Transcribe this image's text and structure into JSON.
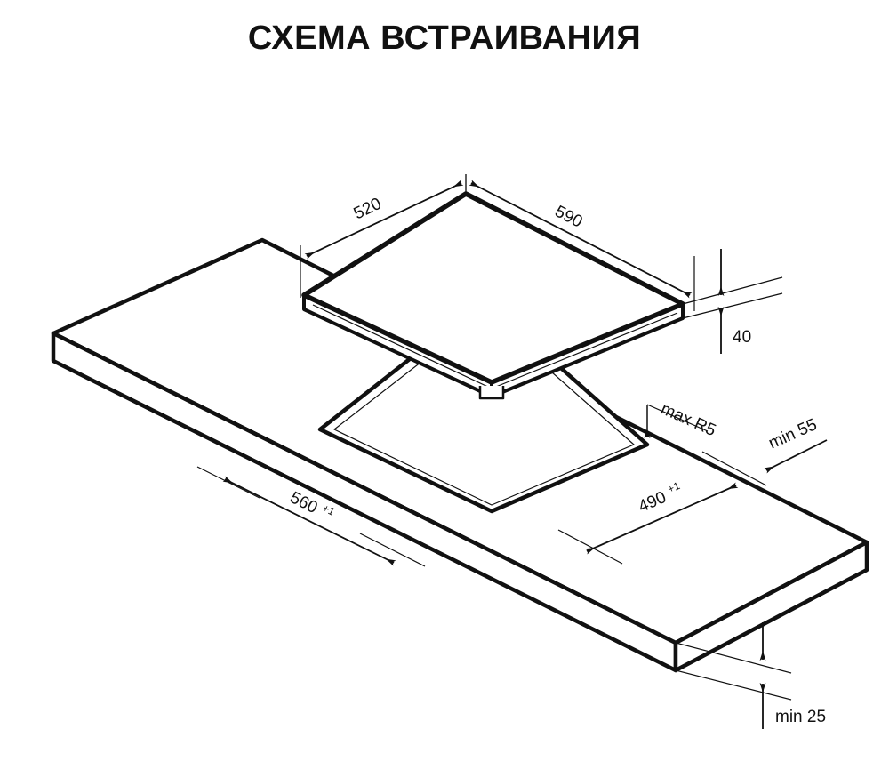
{
  "page": {
    "title": "СХЕМА ВСТРАИВАНИЯ",
    "background_color": "#ffffff",
    "line_color": "#111111"
  },
  "drawing": {
    "type": "isometric-technical-drawing",
    "subject": "built-in cooktop installation schematic",
    "objects": [
      {
        "name": "cooktop",
        "description": "hob panel shown in isometric view above the countertop"
      },
      {
        "name": "countertop",
        "description": "worktop slab with rectangular cutout"
      },
      {
        "name": "cutout",
        "description": "rectangular opening in the countertop"
      }
    ]
  },
  "dimensions": {
    "hob_depth": {
      "label": "520",
      "sup": ""
    },
    "hob_width": {
      "label": "590",
      "sup": ""
    },
    "hob_height": {
      "label": "40",
      "sup": ""
    },
    "cutout_width": {
      "label": "560",
      "sup": "+1"
    },
    "cutout_depth": {
      "label": "490",
      "sup": "+1"
    },
    "corner_radius": {
      "label": "max R5"
    },
    "edge_clearance": {
      "label": "min 55"
    },
    "counter_thickness": {
      "label": "min 25"
    }
  }
}
